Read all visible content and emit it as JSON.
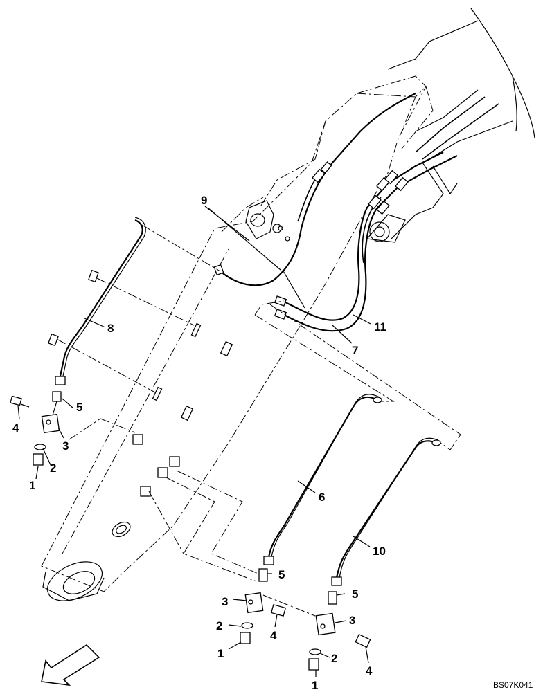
{
  "callouts": {
    "c1a": "1",
    "c1b": "1",
    "c1c": "1",
    "c2a": "2",
    "c2b": "2",
    "c2c": "2",
    "c3a": "3",
    "c3b": "3",
    "c3c": "3",
    "c4a": "4",
    "c4b": "4",
    "c4c": "4",
    "c5a": "5",
    "c5b": "5",
    "c5c": "5",
    "c6": "6",
    "c7": "7",
    "c8": "8",
    "c9": "9",
    "c10": "10",
    "c11": "11"
  },
  "drawing_code": "BS07K041",
  "icons": {
    "direction": "direction-arrow-icon"
  }
}
